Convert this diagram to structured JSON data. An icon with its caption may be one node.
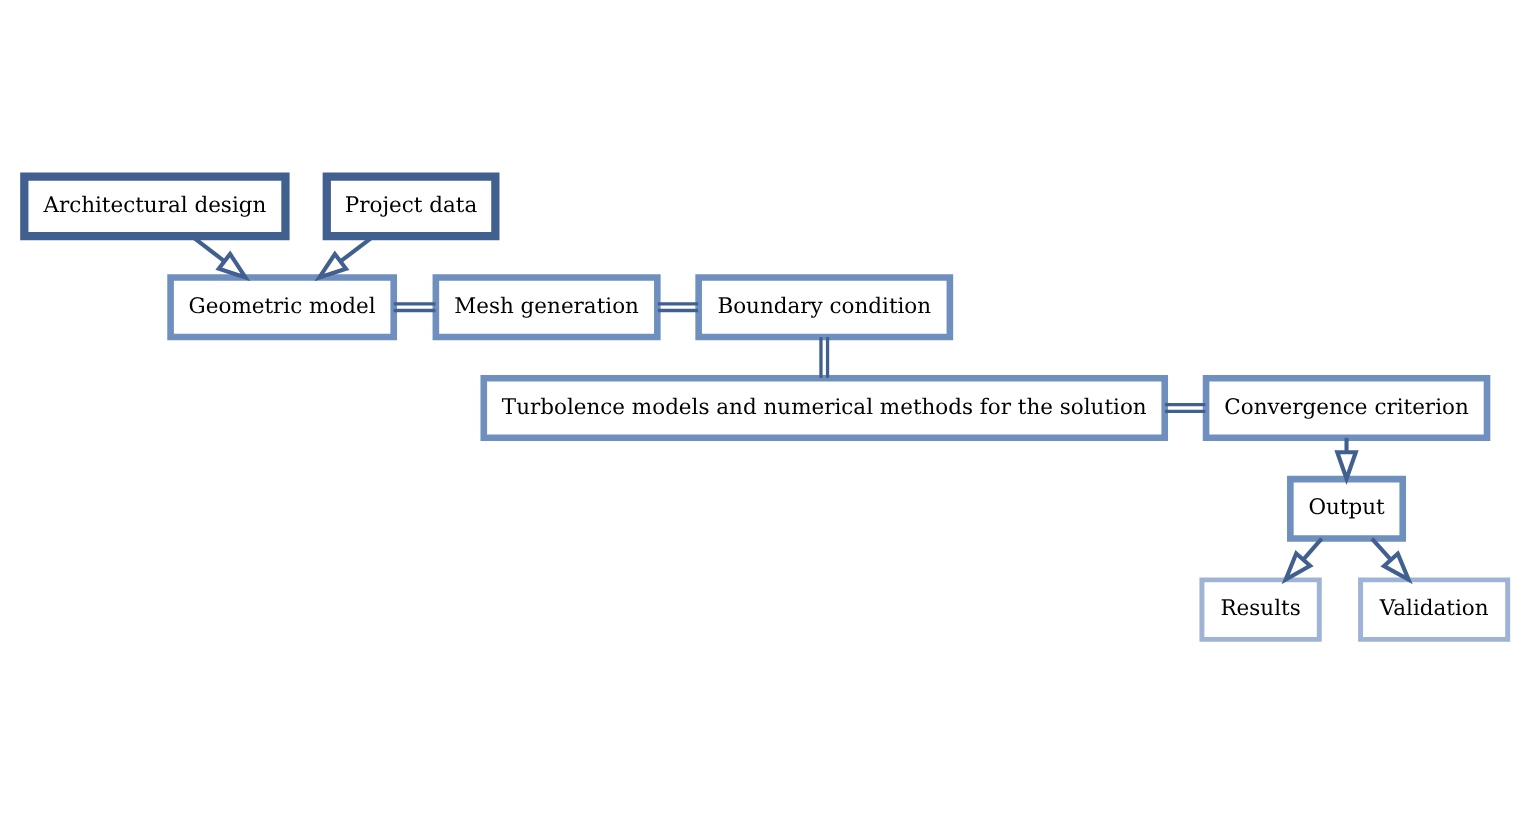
{
  "diagram": {
    "nodes": [
      {
        "text": [
          "Architectural design"
        ]
      },
      {
        "text": [
          "Project data"
        ]
      },
      {
        "text": [
          "Geometric model"
        ]
      },
      {
        "text": [
          "Mesh generation"
        ]
      },
      {
        "text": [
          "Boundary condition"
        ]
      },
      {
        "text": [
          "Turbolence models and numerical methods for the solution"
        ]
      },
      {
        "text": [
          "Convergence criterion"
        ]
      },
      {
        "text": [
          "Output"
        ]
      },
      {
        "text": [
          "Results"
        ]
      },
      {
        "text": [
          "Validation"
        ]
      }
    ],
    "edges": [
      {
        "from": 0,
        "to": 2,
        "arrow": "to"
      },
      {
        "from": 1,
        "to": 2,
        "arrow": "to"
      },
      {
        "from": 2,
        "to": 3,
        "arrow": "none"
      },
      {
        "from": 3,
        "to": 4,
        "arrow": "none"
      },
      {
        "from": 4,
        "to": 5,
        "arrow": "none"
      },
      {
        "from": 5,
        "to": 6,
        "arrow": "none"
      },
      {
        "from": 6,
        "to": 7,
        "arrow": "to"
      },
      {
        "from": 7,
        "to": 8,
        "arrow": "to"
      },
      {
        "from": 7,
        "to": 9,
        "arrow": "to"
      }
    ]
  }
}
